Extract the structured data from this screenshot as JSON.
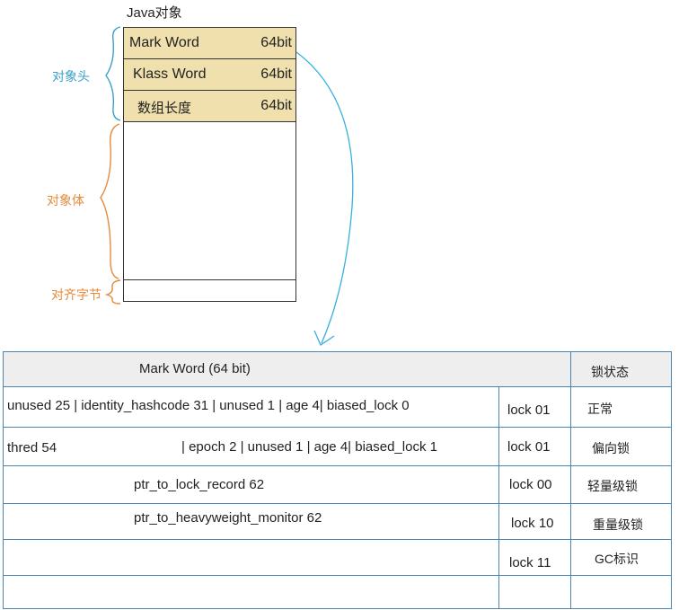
{
  "object": {
    "title": "Java对象",
    "header_rows": [
      {
        "name": "Mark Word",
        "bits": "64bit"
      },
      {
        "name": "Klass Word",
        "bits": "64bit"
      },
      {
        "name": "数组长度",
        "bits": "64bit"
      }
    ],
    "labels": {
      "header": "对象头",
      "body": "对象体",
      "padding": "对齐字节"
    },
    "colors": {
      "header_fill": "#efe0ad",
      "header_label": "#3aa0c8",
      "body_label": "#e58a3a",
      "arrow": "#39b0e0"
    }
  },
  "mark_word_table": {
    "title": "Mark Word    (64 bit)",
    "state_header": "锁状态",
    "rows": [
      {
        "layout": "unused 25 | identity_hashcode 31 | unused 1 | age 4| biased_lock 0",
        "lock": "lock 01",
        "state": "正常"
      },
      {
        "layout_left": "thred 54",
        "layout_right": "| epoch 2 | unused 1 | age 4| biased_lock 1",
        "lock": "lock 01",
        "state": "偏向锁"
      },
      {
        "layout": "ptr_to_lock_record  62",
        "lock": "lock 00",
        "state": "轻量级锁"
      },
      {
        "layout": "ptr_to_heavyweight_monitor 62",
        "lock": "lock 10",
        "state": "重量级锁"
      },
      {
        "layout": "",
        "lock": "lock 11",
        "state": "GC标识"
      }
    ]
  }
}
